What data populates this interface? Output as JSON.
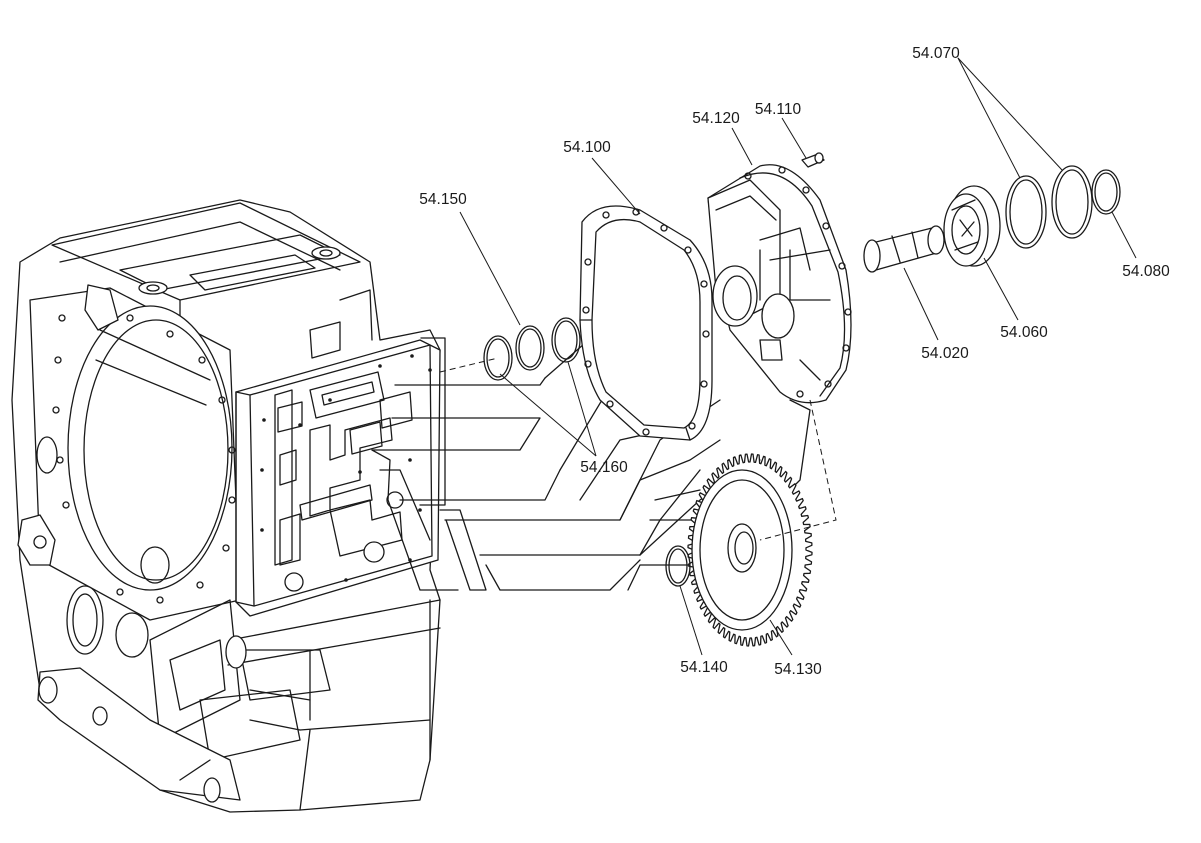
{
  "labels": {
    "p54_070": "54.070",
    "p54_110": "54.110",
    "p54_120": "54.120",
    "p54_100": "54.100",
    "p54_150": "54.150",
    "p54_080": "54.080",
    "p54_060": "54.060",
    "p54_020": "54.020",
    "p54_160": "54.160",
    "p54_140": "54.140",
    "p54_130": "54.130"
  }
}
